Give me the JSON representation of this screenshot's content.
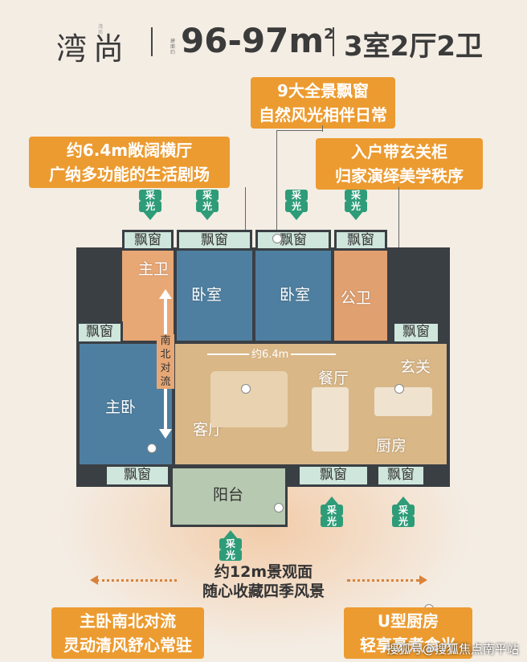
{
  "header": {
    "name": "湾尚",
    "area": "96-97m",
    "area_sup": "2",
    "layout": "3室2厅2卫",
    "tag_small": "湾尚",
    "tag_small2": "建面约"
  },
  "callouts": {
    "top_center": [
      "9大全景飘窗",
      "自然风光相伴日常"
    ],
    "top_left": [
      "约6.4m敞阔横厅",
      "广纳多功能的生活剧场"
    ],
    "top_right": [
      "入户带玄关柜",
      "归家演绎美学秩序"
    ],
    "bottom_left": [
      "主卧南北对流",
      "灵动清风舒心常驻"
    ],
    "bottom_right": [
      "U型厨房",
      "轻享烹煮食光"
    ]
  },
  "light_label": [
    "采",
    "光"
  ],
  "bay_window_label": "飘窗",
  "rooms": {
    "master_bath": "主卫",
    "bedroom_a": "卧室",
    "bedroom_b": "卧室",
    "public_bath": "公卫",
    "entry": "玄关",
    "dining": "餐厅",
    "living": "客厅",
    "master_bed": "主卧",
    "kitchen": "厨房",
    "balcony": "阳台"
  },
  "living_width": "约6.4m",
  "ns_flow": [
    "南",
    "北",
    "对",
    "流"
  ],
  "bottom_view": [
    "约12m景观面",
    "随心收藏四季风景"
  ],
  "watermark": "搜狐号@搜狐焦点南平站",
  "colors": {
    "accent_orange": "#ec9b30",
    "light_green": "#2e9c78",
    "bay_window": "#cfe6dc",
    "bedroom_blue": "#4e7fa0",
    "bath_orange": "#e0a070"
  }
}
